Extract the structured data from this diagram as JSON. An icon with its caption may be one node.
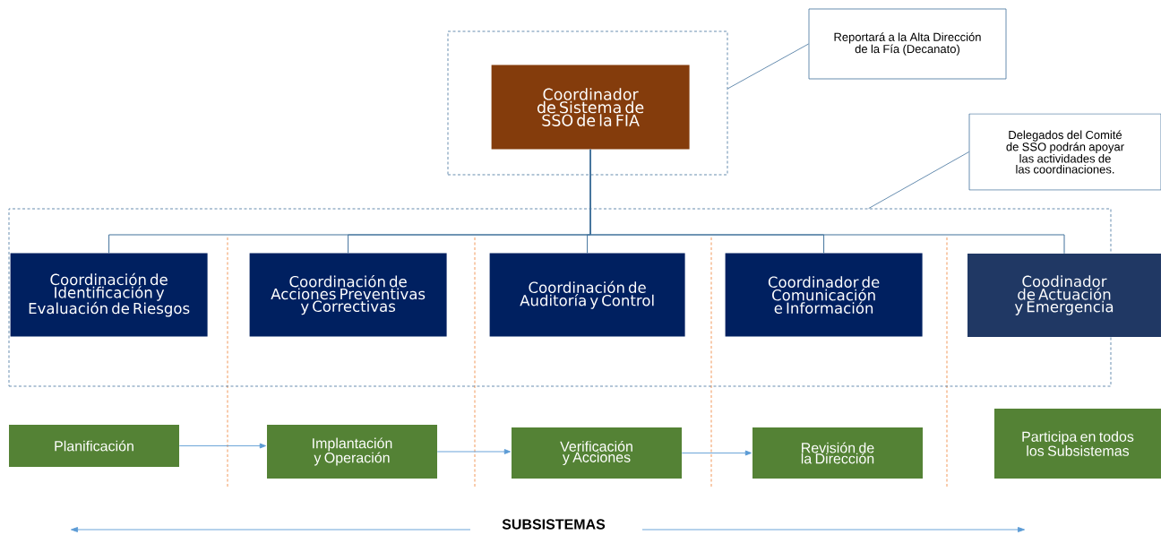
{
  "diagram": {
    "nodes": [
      {
        "text": [],
        "shape": "box"
      },
      {
        "text": [
          "Coordinador de Sistema de SSO de la FIA"
        ],
        "in": 0
      },
      {
        "text": [
          "Reportará a la Alta Dirección de la Fía (Decanato)"
        ]
      },
      {
        "text": [
          "Delegados del Comité de SSO podrán apoyar las actividades de las coordinaciones."
        ]
      },
      {
        "text": [],
        "shape": "box"
      },
      {
        "text": [
          "Coordinación de Identificación y Evaluación de Riesgos"
        ],
        "in": 4
      },
      {
        "text": [
          "Coordinación de Acciones Preventivas y Correctivas"
        ],
        "in": 4
      },
      {
        "text": [
          "Coordinación de Auditoría y Control"
        ],
        "in": 4
      },
      {
        "text": [
          "Coordinador de Comunicación e Información"
        ],
        "in": 4
      },
      {
        "text": [
          "Coodinador de Actuación y Emergencia"
        ]
      },
      {
        "text": [
          "Planificación"
        ]
      },
      {
        "text": [
          "Implantación y Operación"
        ]
      },
      {
        "text": [
          "Verificación y Acciones"
        ]
      },
      {
        "text": [
          "Revisión de la Dirección"
        ]
      },
      {
        "text": [
          "Participa en todos los Subsistemas"
        ]
      }
    ],
    "edges": [
      {
        "from": 1,
        "to": 5,
        "arrow": "none"
      },
      {
        "from": 1,
        "to": 6,
        "arrow": "none"
      },
      {
        "from": 1,
        "to": 7,
        "arrow": "none"
      },
      {
        "from": 1,
        "to": 8,
        "arrow": "none"
      },
      {
        "from": 1,
        "to": 9,
        "arrow": "none"
      },
      {
        "from": 2,
        "to": 0,
        "arrow": "none"
      },
      {
        "from": 3,
        "to": 4,
        "arrow": "none"
      },
      {
        "from": 10,
        "to": 11,
        "arrow": "to",
        "color": "#5b9bd5"
      },
      {
        "from": 11,
        "to": 12,
        "arrow": "to",
        "color": "#5b9bd5"
      },
      {
        "from": 12,
        "to": 13,
        "arrow": "to",
        "color": "#5b9bd5"
      }
    ],
    "labels": [
      "SUBSISTEMAS"
    ]
  }
}
